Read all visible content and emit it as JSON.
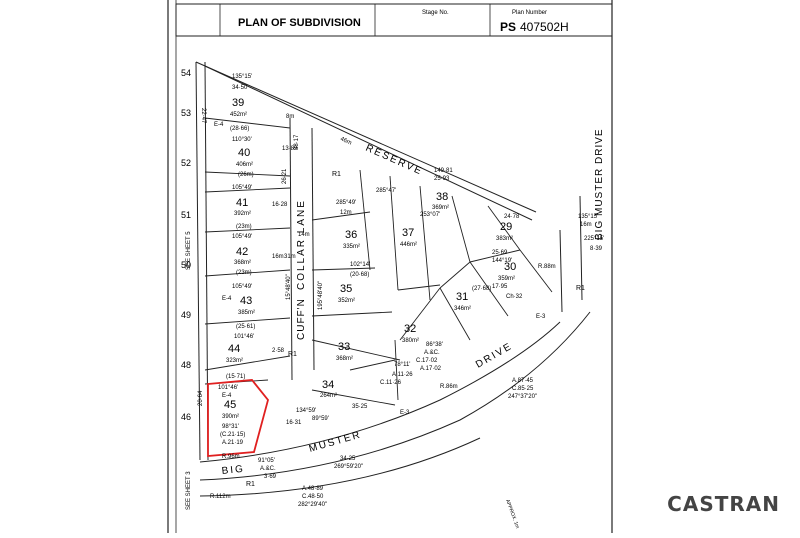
{
  "header": {
    "title": "PLAN OF SUBDIVISION",
    "stage_label": "Stage No.",
    "plan_label": "Plan Number",
    "plan_prefix": "PS",
    "plan_number": "407502H"
  },
  "roads": {
    "reserve": "RESERVE",
    "collar_lane": "COLLAR LANE",
    "cuffn": "CUFF'N",
    "big_muster_drive": "BIG MUSTER DRIVE",
    "big": "BIG",
    "muster": "MUSTER",
    "drive": "DRIVE",
    "see_sheet_5": "SEE SHEET 5",
    "see_sheet_3": "SEE SHEET 3",
    "r1": "R1",
    "approx": "APPROX. 1m"
  },
  "lots": [
    {
      "no": "39",
      "area": "452m²"
    },
    {
      "no": "40",
      "area": "406m²"
    },
    {
      "no": "41",
      "area": "392m²"
    },
    {
      "no": "42",
      "area": "368m²"
    },
    {
      "no": "43",
      "area": "385m²"
    },
    {
      "no": "44",
      "area": "323m²"
    },
    {
      "no": "45",
      "area": "390m²"
    },
    {
      "no": "34",
      "area": "264m²"
    },
    {
      "no": "33",
      "area": "368m²"
    },
    {
      "no": "35",
      "area": "352m²"
    },
    {
      "no": "36",
      "area": "335m²"
    },
    {
      "no": "37",
      "area": "446m²"
    },
    {
      "no": "38",
      "area": "369m²"
    },
    {
      "no": "32",
      "area": "380m²"
    },
    {
      "no": "31",
      "area": "346m²"
    },
    {
      "no": "30",
      "area": "359m²"
    },
    {
      "no": "29",
      "area": "383m²"
    }
  ],
  "side_lots": [
    "54",
    "53",
    "52",
    "51",
    "50",
    "49",
    "48",
    "46"
  ],
  "dims": {
    "top_bearing": "135°15'",
    "top_len": "34·50",
    "d39": "(28·66)",
    "b40": "110°30'",
    "d40": "(26m)",
    "b41": "105°49'",
    "d41": "(23m)",
    "b42": "105°49'",
    "d42": "(23m)",
    "b43": "105°49'",
    "d43": "(25·61)",
    "b44": "101°46'",
    "d44": "(15·71)",
    "b45": "101°46'",
    "c45a": "98°31'",
    "c45b": "(C.21·15)",
    "c45c": "A.21·19",
    "r96": "R.96m",
    "r112": "R.112m",
    "bot_b": "91°05'",
    "bot_ac": "A.&C.",
    "bot_len": "3·69",
    "b34": "134°59'",
    "b34b": "89°59'",
    "l34": "35·25",
    "l34b": "16·31",
    "reserve_len": "46m",
    "d36": "285°49'",
    "d36b": "12m",
    "d35": "102°14'",
    "d35b": "(20·68)",
    "d38": "149·81",
    "d38b": "25·93",
    "d29a": "24·78",
    "d29b": "25·69",
    "d29c": "144°19'",
    "d29d": "(27·68)",
    "d31a": "17·95",
    "d31b": "Ch·32",
    "arc1a": "A.87·45",
    "arc1b": "C.85·25",
    "arc1c": "247°37'20\"",
    "arc2a": "A.48·89",
    "arc2b": "C.48·50",
    "arc2c": "282°29'40\"",
    "big_len": "34·25",
    "big_bearing": "269°59'20\"",
    "bmd_a": "135°15'",
    "bmd_b": "16m",
    "bmd_c": "225°15'",
    "bmd_d": "8·39",
    "l1": "22·47",
    "l2": "20·64",
    "w1": "8m",
    "w2": "14m",
    "w3": "16m",
    "w4": "31m",
    "w5": "2·58",
    "w6": "26·21",
    "w7": "38·17",
    "w8": "13·89",
    "w9": "16·28",
    "w10": "15°48'40\"",
    "w11": "195°48'40\"",
    "w12": "285°47'",
    "w13": "253°07'",
    "e3": "E-3",
    "e4": "E-4",
    "ac32": "A.&C.",
    "ac32b": "86°38'",
    "ac32c": "C.17·02",
    "ac32d": "A.17·02",
    "ac33": "C.11·26",
    "ac33b": "A.11·26",
    "ac33c": "78°11'",
    "r86": "R.86m",
    "r88": "R.88m"
  },
  "brand": "CASTRAN",
  "colors": {
    "highlight": "#e02020",
    "line": "#222222"
  }
}
